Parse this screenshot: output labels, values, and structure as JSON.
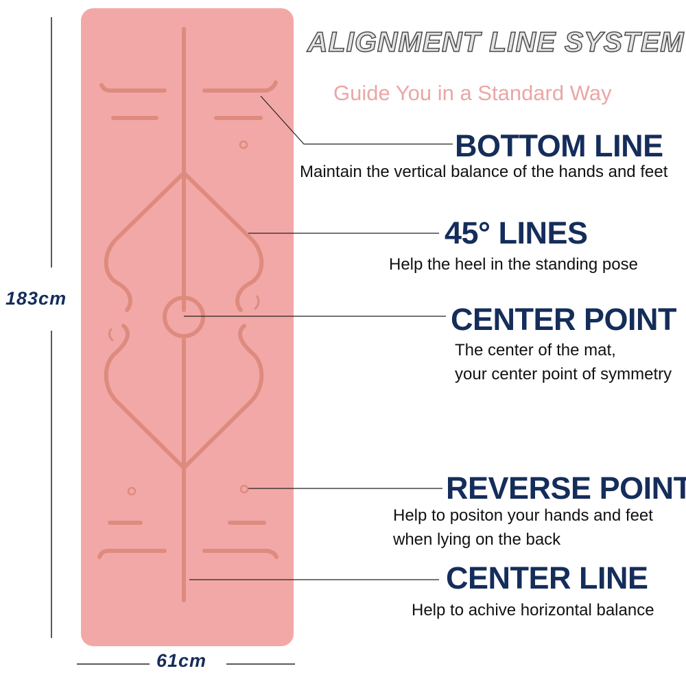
{
  "title": "ALIGNMENT LINE SYSTEM",
  "subtitle": "Guide You in a Standard Way",
  "dimensions": {
    "length": "183cm",
    "width": "61cm"
  },
  "colors": {
    "mat": "#f2a8a6",
    "groove": "#de8b7f",
    "heading": "#152d5a",
    "subtitle": "#eba6a6"
  },
  "features": [
    {
      "heading": "BOTTOM LINE",
      "lines": [
        "Maintain the vertical balance of the hands and feet"
      ]
    },
    {
      "heading": "45° LINES",
      "lines": [
        "Help the heel in the standing pose"
      ]
    },
    {
      "heading": "CENTER POINT",
      "lines": [
        "The center of the mat,",
        "your center point of symmetry"
      ]
    },
    {
      "heading": "REVERSE POINT",
      "lines": [
        "Help to positon your hands and feet",
        "when lying on the back"
      ]
    },
    {
      "heading": "CENTER LINE",
      "lines": [
        "Help to achive horizontal balance"
      ]
    }
  ]
}
